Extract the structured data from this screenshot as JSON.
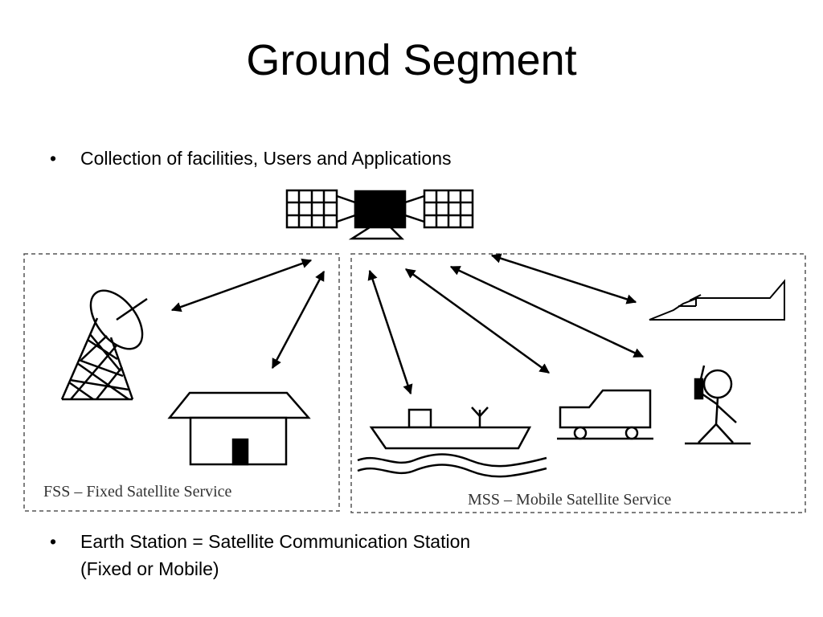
{
  "slide": {
    "title": "Ground Segment",
    "bullets": [
      {
        "text": "Collection of facilities, Users and Applications"
      },
      {
        "text": "Earth Station = Satellite Communication Station",
        "continuation": "(Fixed or Mobile)"
      }
    ],
    "bullet_marker": "•"
  },
  "diagram": {
    "fss_label": "FSS – Fixed Satellite Service",
    "mss_label": "MSS – Mobile Satellite Service"
  }
}
